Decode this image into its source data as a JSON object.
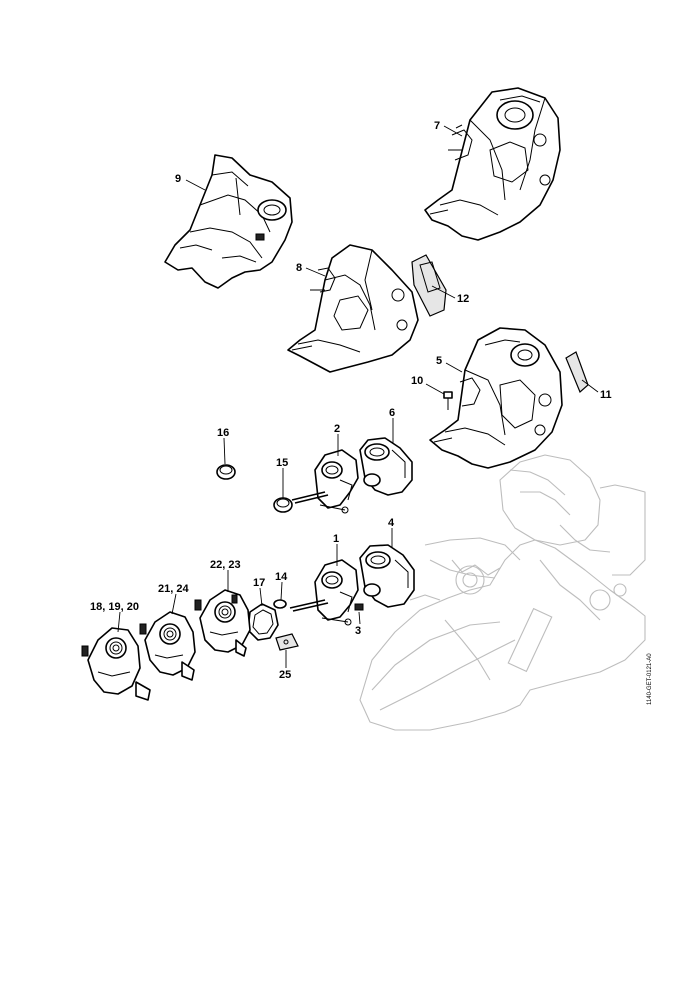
{
  "diagram": {
    "document_id": "1140-GET-0121-A0",
    "callouts": [
      {
        "id": "c9",
        "text": "9"
      },
      {
        "id": "c7",
        "text": "7"
      },
      {
        "id": "c8",
        "text": "8"
      },
      {
        "id": "c12",
        "text": "12"
      },
      {
        "id": "c5",
        "text": "5"
      },
      {
        "id": "c10",
        "text": "10"
      },
      {
        "id": "c11",
        "text": "11"
      },
      {
        "id": "c16",
        "text": "16"
      },
      {
        "id": "c2",
        "text": "2"
      },
      {
        "id": "c6",
        "text": "6"
      },
      {
        "id": "c15",
        "text": "15"
      },
      {
        "id": "c1",
        "text": "1"
      },
      {
        "id": "c4",
        "text": "4"
      },
      {
        "id": "c22",
        "text": "22, 23"
      },
      {
        "id": "c21",
        "text": "21, 24"
      },
      {
        "id": "c17",
        "text": "17"
      },
      {
        "id": "c14",
        "text": "14"
      },
      {
        "id": "c18",
        "text": "18, 19, 20"
      },
      {
        "id": "c3",
        "text": "3"
      },
      {
        "id": "c25",
        "text": "25"
      }
    ]
  }
}
